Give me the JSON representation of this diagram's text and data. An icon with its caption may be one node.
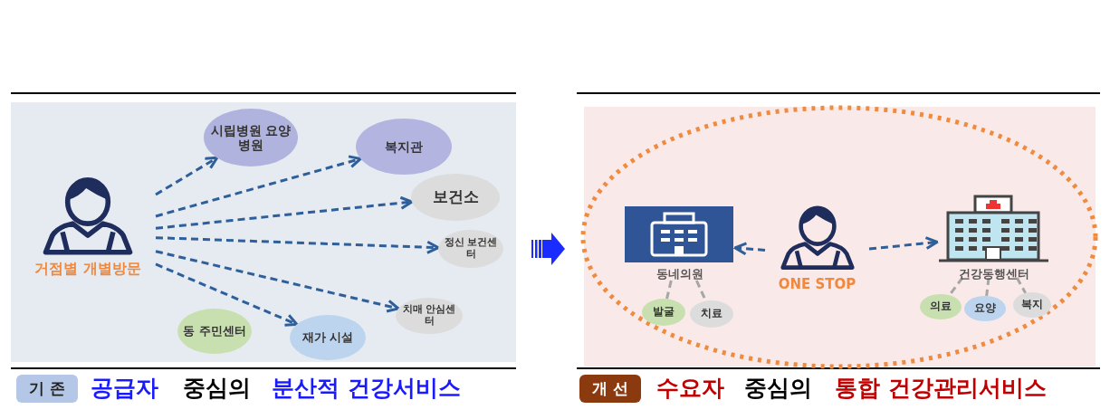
{
  "diagram": {
    "nodes": [
      {
        "text": [
          "거점별 개별방문"
        ]
      },
      {
        "text": [
          "시립병원 요양병원"
        ]
      },
      {
        "text": [
          "복지관"
        ]
      },
      {
        "text": [
          "보건소"
        ]
      },
      {
        "text": [
          "정신 보건센터"
        ]
      },
      {
        "text": [
          "치매 안심센터"
        ]
      },
      {
        "text": [
          "동 주민센터"
        ]
      },
      {
        "text": [
          "재가 시설"
        ]
      },
      {
        "text": [
          "동네의원"
        ]
      },
      {
        "text": [
          "ONE STOP"
        ]
      },
      {
        "text": [
          "건강동행센터"
        ]
      },
      {
        "text": [
          "발굴"
        ]
      },
      {
        "text": [
          "치료"
        ]
      },
      {
        "text": [
          "의료"
        ]
      },
      {
        "text": [
          "요양"
        ]
      },
      {
        "text": [
          "복지"
        ]
      }
    ],
    "edges": [
      {
        "from": 0,
        "to": 1,
        "arrow": "to",
        "style": "dashed"
      },
      {
        "from": 0,
        "to": 2,
        "arrow": "to",
        "style": "dashed"
      },
      {
        "from": 0,
        "to": 3,
        "arrow": "to",
        "style": "dashed"
      },
      {
        "from": 0,
        "to": 4,
        "arrow": "to",
        "style": "dashed"
      },
      {
        "from": 0,
        "to": 5,
        "arrow": "to",
        "style": "dashed"
      },
      {
        "from": 0,
        "to": 7,
        "arrow": "to",
        "style": "dashed"
      },
      {
        "from": 9,
        "to": 8,
        "arrow": "to",
        "style": "dashed"
      },
      {
        "from": 9,
        "to": 10,
        "arrow": "to",
        "style": "dashed"
      },
      {
        "from": 8,
        "to": 11,
        "arrow": "none",
        "style": "dashed",
        "color": "#a6a6a6"
      },
      {
        "from": 8,
        "to": 12,
        "arrow": "none",
        "style": "dashed",
        "color": "#a6a6a6"
      },
      {
        "from": 10,
        "to": 13,
        "arrow": "none",
        "style": "dashed",
        "color": "#a6a6a6"
      },
      {
        "from": 10,
        "to": 14,
        "arrow": "none",
        "style": "dashed",
        "color": "#a6a6a6"
      },
      {
        "from": 10,
        "to": 15,
        "arrow": "none",
        "style": "dashed",
        "color": "#a6a6a6"
      }
    ],
    "labels": [
      "기 존",
      "공급자",
      "중심의",
      "분산적 건강서비스",
      "개 선",
      "수요자",
      "중심의",
      "통합 건강관리서비스"
    ]
  }
}
